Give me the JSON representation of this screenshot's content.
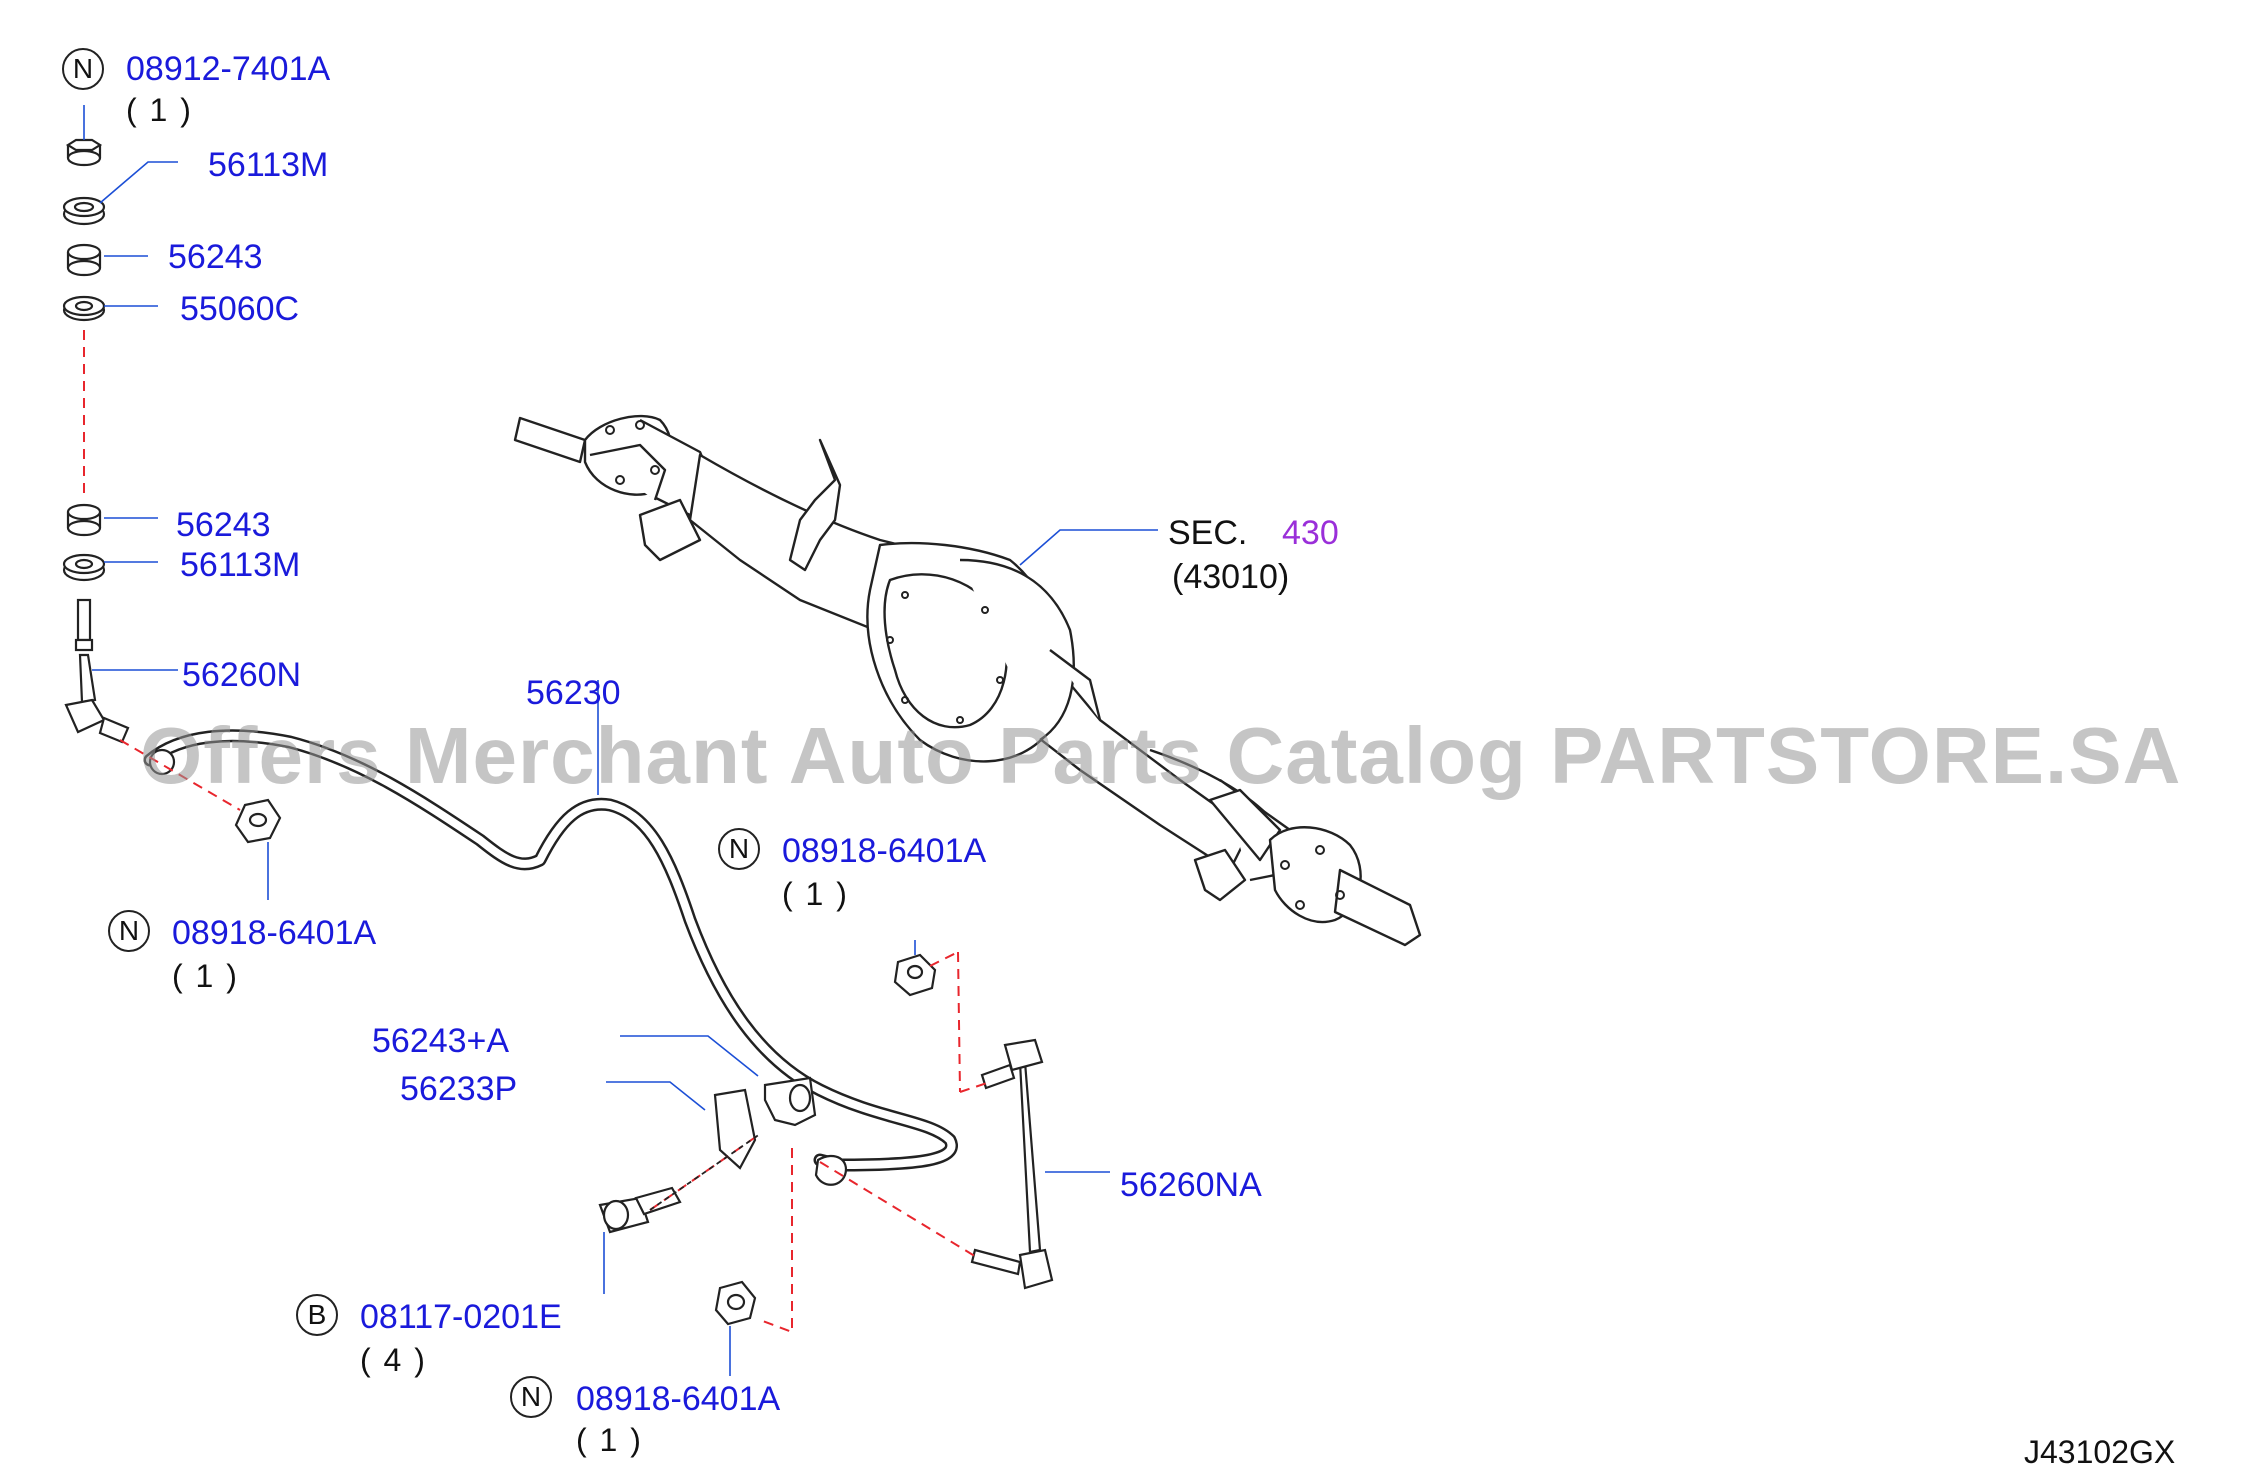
{
  "diagram": {
    "code": "J43102GX",
    "watermark": "Offers Merchant Auto Parts Catalog PARTSTORE.SA",
    "colors": {
      "part_number": "#1a1adb",
      "section_ref": "#9a2fd9",
      "leader": "#1c4fd6",
      "dashed": "#e8262d",
      "outline": "#222222"
    },
    "callouts": [
      {
        "id": "nut-top",
        "badge": "N",
        "number": "08912-7401A",
        "qty": "( 1 )"
      },
      {
        "id": "washer-1",
        "number": "56113M"
      },
      {
        "id": "bushing-1",
        "number": "56243"
      },
      {
        "id": "retainer-1",
        "number": "55060C"
      },
      {
        "id": "bushing-2",
        "number": "56243"
      },
      {
        "id": "washer-2",
        "number": "56113M"
      },
      {
        "id": "link-left",
        "number": "56260N"
      },
      {
        "id": "stabilizer",
        "number": "56230"
      },
      {
        "id": "nut-left",
        "badge": "N",
        "number": "08918-6401A",
        "qty": "( 1 )"
      },
      {
        "id": "nut-mid",
        "badge": "N",
        "number": "08918-6401A",
        "qty": "( 1 )"
      },
      {
        "id": "bushing-a",
        "number": "56243+A"
      },
      {
        "id": "clamp",
        "number": "56233P"
      },
      {
        "id": "link-right",
        "number": "56260NA"
      },
      {
        "id": "bolt",
        "badge": "B",
        "number": "08117-0201E",
        "qty": "( 4 )"
      },
      {
        "id": "nut-bottom",
        "badge": "N",
        "number": "08918-6401A",
        "qty": "( 1 )"
      }
    ],
    "section": {
      "prefix": "SEC.",
      "number": "430",
      "qty": "(43010)"
    }
  }
}
